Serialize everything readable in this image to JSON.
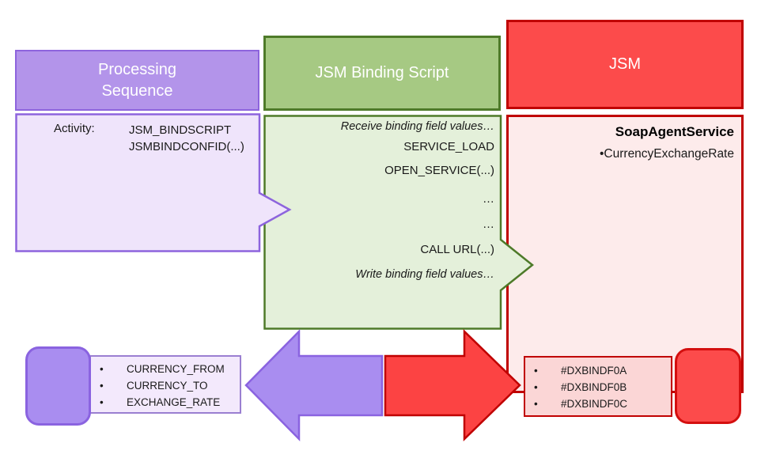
{
  "diagram": {
    "processing": {
      "title": "Processing\nSequence",
      "activity_label": "Activity:",
      "activity_line1": "JSM_BINDSCRIPT",
      "activity_line2": "JSMBINDCONFID(...)"
    },
    "binding_script": {
      "title": "JSM Binding Script",
      "lines": [
        {
          "text": "Receive binding field values…"
        },
        {
          "text": "SERVICE_LOAD"
        },
        {
          "text": "OPEN_SERVICE(...)"
        },
        {
          "text": "…"
        },
        {
          "text": "…"
        },
        {
          "text": "CALL URL(...)"
        },
        {
          "text": "Write binding field values…"
        }
      ]
    },
    "jsm": {
      "title": "JSM",
      "service_name": "SoapAgentService",
      "service_item": "•CurrencyExchangeRate",
      "bind_fields": [
        "#DXBINDF0A",
        "#DXBINDF0B",
        "#DXBINDF0C"
      ]
    },
    "output_fields": [
      "CURRENCY_FROM",
      "CURRENCY_TO",
      "EXCHANGE_RATE"
    ],
    "colors": {
      "purple_header_fill": "#b394ea",
      "purple_border": "#8d64dd",
      "purple_light_fill": "#efe4fb",
      "purple_solid_fill": "#a98df0",
      "green_header_fill": "#a6c983",
      "green_border": "#4e7a29",
      "green_light_fill": "#e4f0da",
      "red_fill": "#fc4b4b",
      "red_border": "#c00000",
      "red_light_fill": "#fdebeb",
      "red_mid_fill": "#fbd6d6"
    }
  }
}
